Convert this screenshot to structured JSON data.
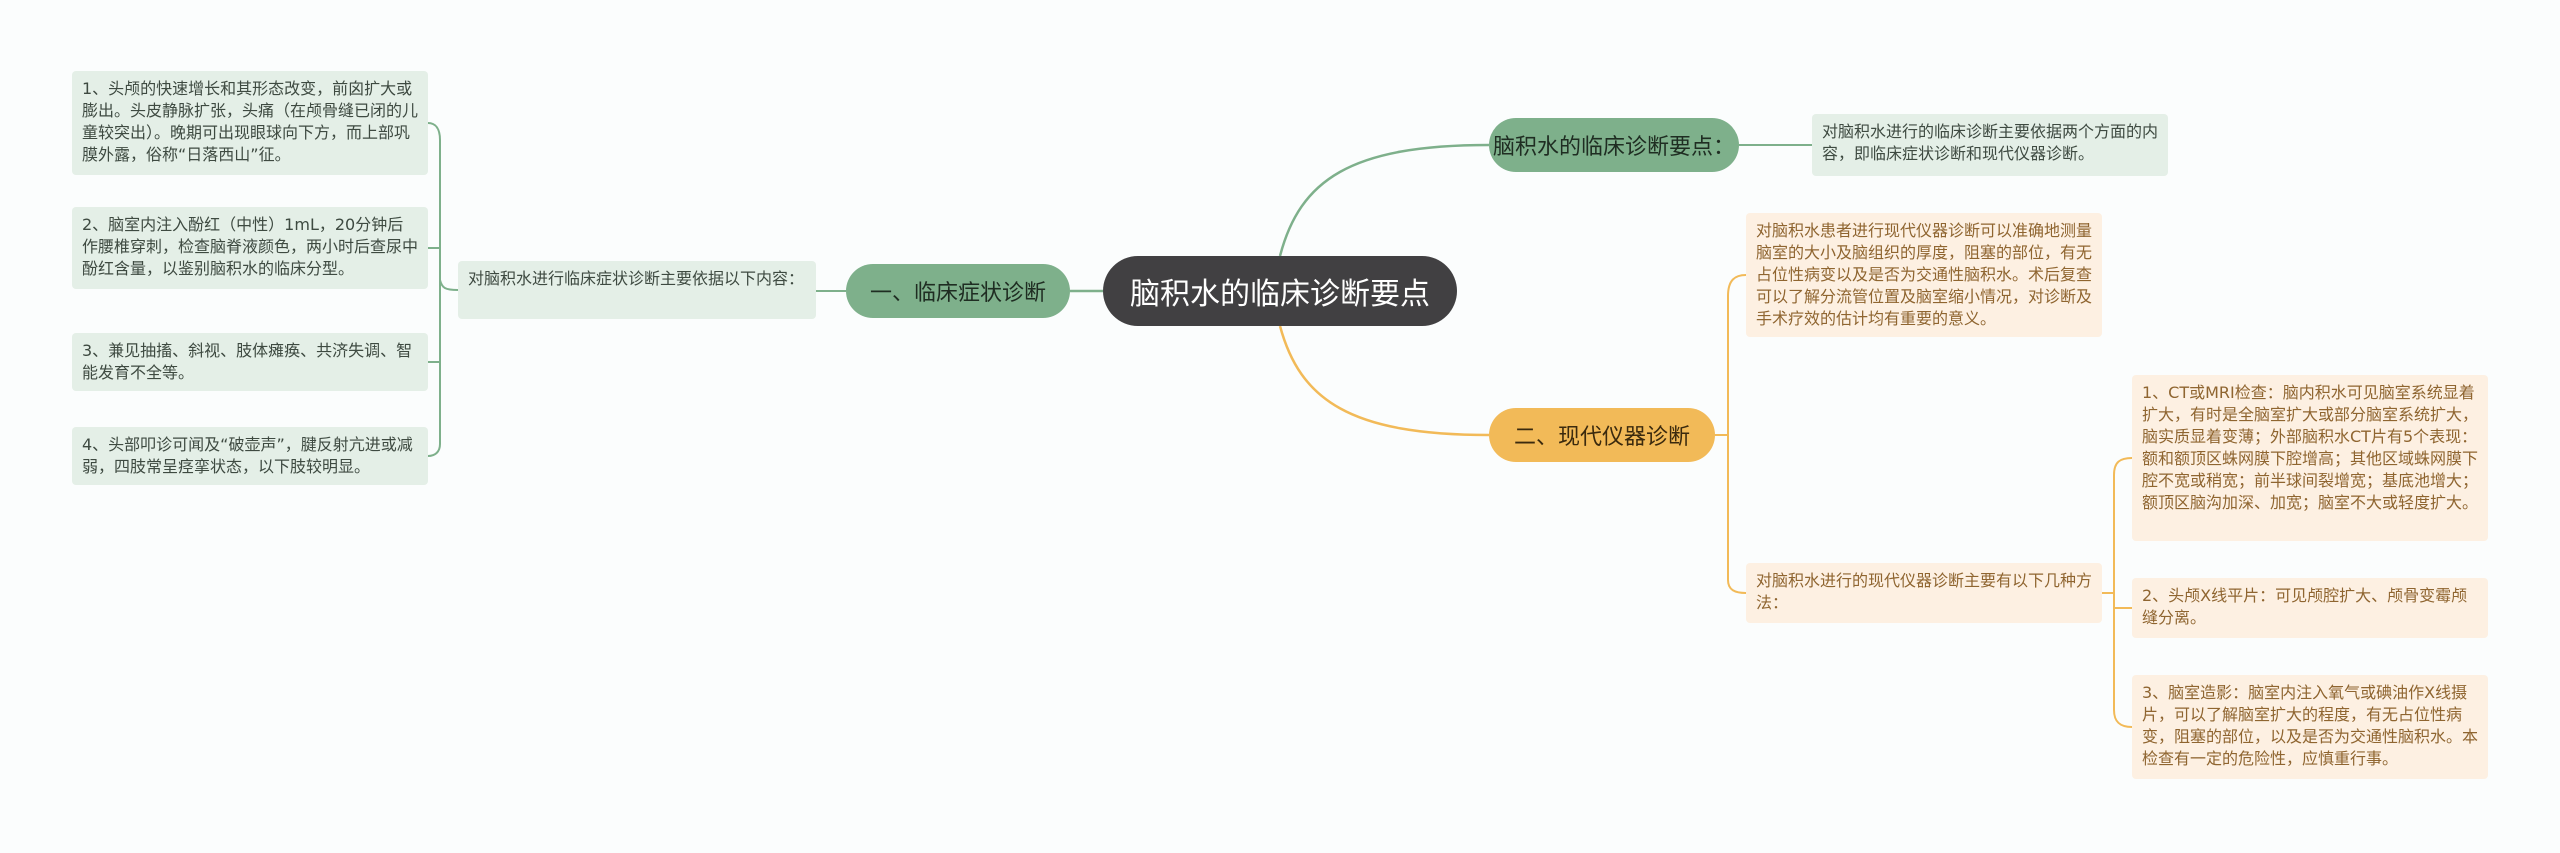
{
  "root": {
    "title": "脑积水的临床诊断要点"
  },
  "branches": {
    "clinical": {
      "label": "一、临床症状诊断"
    },
    "overview": {
      "label": "脑积水的临床诊断要点："
    },
    "instrument": {
      "label": "二、现代仪器诊断"
    }
  },
  "clinical_intro": "对脑积水进行临床症状诊断主要依据以下内容：",
  "clinical_items": [
    "1、头颅的快速增长和其形态改变，前囟扩大或膨出。头皮静脉扩张，头痛（在颅骨缝已闭的儿童较突出）。晚期可出现眼球向下方，而上部巩膜外露，俗称“日落西山”征。",
    "2、脑室内注入酚红（中性）1mL，20分钟后作腰椎穿刺，检查脑脊液颜色，两小时后查尿中酚红含量，以鉴别脑积水的临床分型。",
    "3、兼见抽搐、斜视、肢体瘫痪、共济失调、智能发育不全等。",
    "4、头部叩诊可闻及“破壶声”，腱反射亢进或减弱，四肢常呈痉挛状态，以下肢较明显。"
  ],
  "overview_text": "对脑积水进行的临床诊断主要依据两个方面的内容，即临床症状诊断和现代仪器诊断。",
  "instrument_notes": {
    "significance": "对脑积水患者进行现代仪器诊断可以准确地测量脑室的大小及脑组织的厚度，阻塞的部位，有无占位性病变以及是否为交通性脑积水。术后复查可以了解分流管位置及脑室缩小情况，对诊断及手术疗效的估计均有重要的意义。",
    "intro": "对脑积水进行的现代仪器诊断主要有以下几种方法："
  },
  "instrument_items": [
    "1、CT或MRI检查：脑内积水可见脑室系统显着扩大，有时是全脑室扩大或部分脑室系统扩大，脑实质显着变薄；外部脑积水CT片有5个表现：额和额顶区蛛网膜下腔增高；其他区域蛛网膜下腔不宽或稍宽；前半球间裂增宽；基底池增大；额顶区脑沟加深、加宽；脑室不大或轻度扩大。",
    "2、头颅X线平片：可见颅腔扩大、颅骨变霉颅缝分离。",
    "3、脑室造影：脑室内注入氧气或碘油作X线摄片，可以了解脑室扩大的程度，有无占位性病变，阻塞的部位，以及是否为交通性脑积水。本检查有一定的危险性，应慎重行事。"
  ],
  "colors": {
    "root": "#414042",
    "green": "#7eb08b",
    "green_light": "#e4efe7",
    "orange": "#f2ba58",
    "orange_light": "#fdf0e2"
  }
}
